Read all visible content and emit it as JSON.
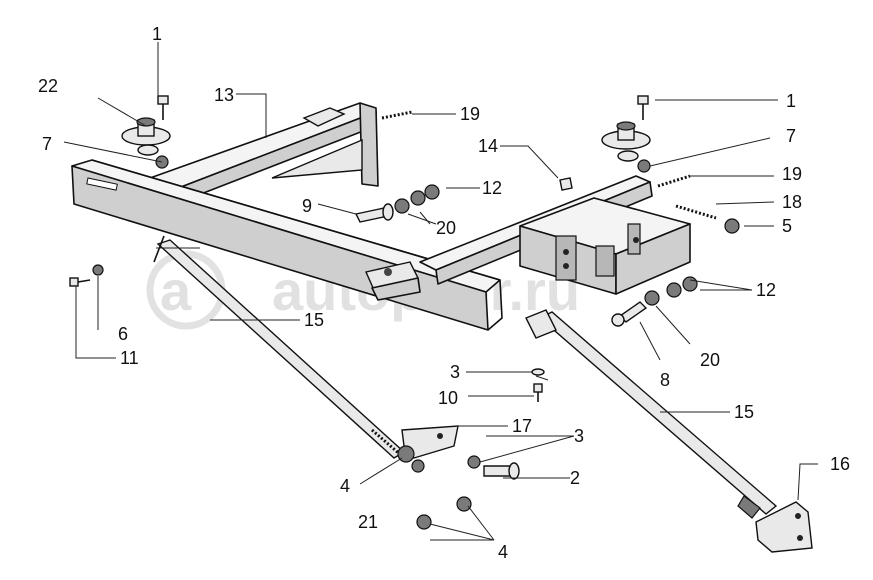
{
  "diagram": {
    "title": "Exploded assembly view: frame with braces and fasteners",
    "watermark": "autopiter.ru",
    "callouts": [
      {
        "id": "c1a",
        "text": "1"
      },
      {
        "id": "c1b",
        "text": "1"
      },
      {
        "id": "c2",
        "text": "2"
      },
      {
        "id": "c3a",
        "text": "3"
      },
      {
        "id": "c3b",
        "text": "3"
      },
      {
        "id": "c4a",
        "text": "4"
      },
      {
        "id": "c4b",
        "text": "4"
      },
      {
        "id": "c5",
        "text": "5"
      },
      {
        "id": "c6",
        "text": "6"
      },
      {
        "id": "c7a",
        "text": "7"
      },
      {
        "id": "c7b",
        "text": "7"
      },
      {
        "id": "c8",
        "text": "8"
      },
      {
        "id": "c9",
        "text": "9"
      },
      {
        "id": "c10",
        "text": "10"
      },
      {
        "id": "c11",
        "text": "11"
      },
      {
        "id": "c12a",
        "text": "12"
      },
      {
        "id": "c12b",
        "text": "12"
      },
      {
        "id": "c13",
        "text": "13"
      },
      {
        "id": "c14",
        "text": "14"
      },
      {
        "id": "c15a",
        "text": "15"
      },
      {
        "id": "c15b",
        "text": "15"
      },
      {
        "id": "c16",
        "text": "16"
      },
      {
        "id": "c17",
        "text": "17"
      },
      {
        "id": "c18",
        "text": "18"
      },
      {
        "id": "c19a",
        "text": "19"
      },
      {
        "id": "c19b",
        "text": "19"
      },
      {
        "id": "c20a",
        "text": "20"
      },
      {
        "id": "c20b",
        "text": "20"
      },
      {
        "id": "c21",
        "text": "21"
      },
      {
        "id": "c22",
        "text": "22"
      }
    ]
  }
}
